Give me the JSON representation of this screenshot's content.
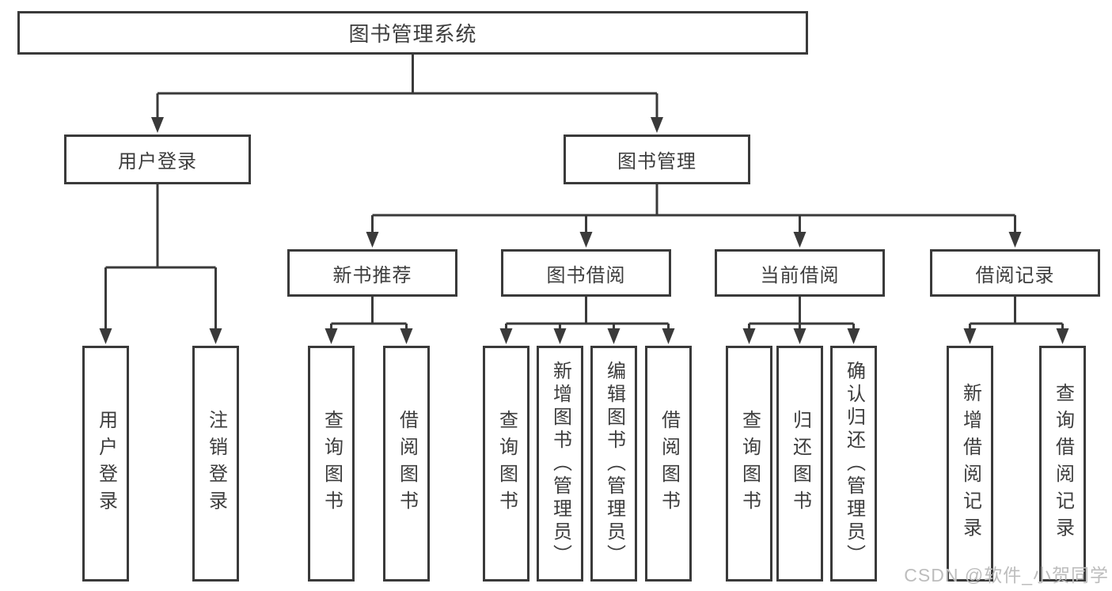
{
  "diagram": {
    "root": {
      "label": "图书管理系统"
    },
    "branches": [
      {
        "label": "用户登录",
        "children": [
          "用户登录",
          "注销登录"
        ]
      },
      {
        "label": "图书管理",
        "groups": [
          {
            "label": "新书推荐",
            "children": [
              "查询图书",
              "借阅图书"
            ]
          },
          {
            "label": "图书借阅",
            "children": [
              "查询图书",
              "新增图书（管理员）",
              "编辑图书（管理员）",
              "借阅图书"
            ]
          },
          {
            "label": "当前借阅",
            "children": [
              "查询图书",
              "归还图书",
              "确认归还（管理员）"
            ]
          },
          {
            "label": "借阅记录",
            "children": [
              "新增借阅记录",
              "查询借阅记录"
            ]
          }
        ]
      }
    ]
  },
  "watermark": {
    "text": "CSDN @软件_小贺同学"
  },
  "colors": {
    "line": "#3a3a3a",
    "text": "#3d3d3d",
    "box_background": "#ffffff",
    "page_background": "#ffffff",
    "watermark": "#bdbdbd"
  }
}
